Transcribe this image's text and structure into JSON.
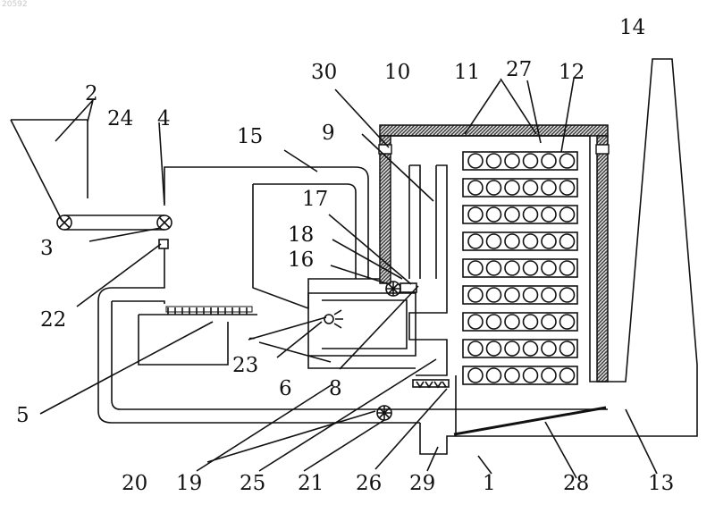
{
  "watermark": "20592",
  "labels": {
    "l1": "1",
    "l2": "2",
    "l3": "3",
    "l4": "4",
    "l5": "5",
    "l6": "6",
    "l8": "8",
    "l9": "9",
    "l10": "10",
    "l11": "11",
    "l12": "12",
    "l13": "13",
    "l14": "14",
    "l15": "15",
    "l16": "16",
    "l17": "17",
    "l18": "18",
    "l19": "19",
    "l20": "20",
    "l21": "21",
    "l22": "22",
    "l23": "23",
    "l24": "24",
    "l25": "25",
    "l26": "26",
    "l27": "27",
    "l28": "28",
    "l29": "29",
    "l30": "30",
    "dash": "-"
  },
  "colors": {
    "line": "#111111",
    "insulation": "#555555",
    "background": "#ffffff"
  }
}
